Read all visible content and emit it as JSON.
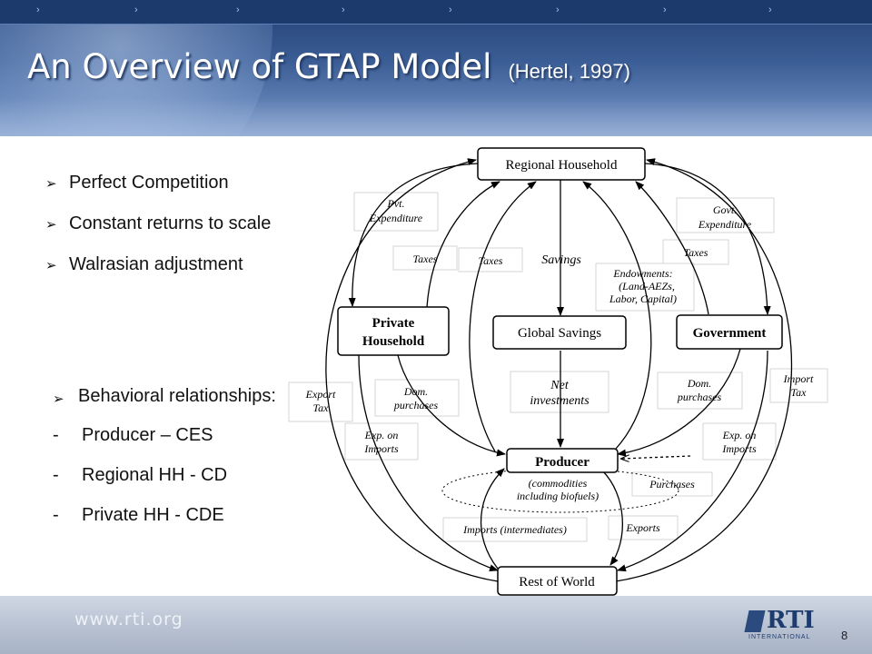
{
  "slide": {
    "title": "An Overview of GTAP Model",
    "citation": "(Hertel, 1997)",
    "bullets": [
      "Perfect Competition",
      "Constant returns to scale",
      "Walrasian adjustment"
    ],
    "behavioral": {
      "heading": "Behavioral relationships:",
      "items": [
        "Producer – CES",
        "Regional HH - CD",
        "Private HH - CDE"
      ],
      "dash": "-"
    },
    "bullet_glyph": "➢",
    "page_number": "8"
  },
  "diagram": {
    "nodes": {
      "regional_household": "Regional Household",
      "private_household": [
        "Private",
        "Household"
      ],
      "global_savings": "Global Savings",
      "government": "Government",
      "producer": "Producer",
      "producer_note": [
        "(commodities",
        "including biofuels)"
      ],
      "rest_of_world": "Rest of World"
    },
    "labels": {
      "pvt_expenditure": [
        "Pvt.",
        "Expenditure"
      ],
      "govt_expenditure": [
        "Govt.",
        "Expenditure"
      ],
      "taxes_1": "Taxes",
      "taxes_2": "Taxes",
      "taxes_3": "Taxes",
      "savings": "Savings",
      "endowments": [
        "Endowments:",
        "(Land-AEZs,",
        "Labor, Capital)"
      ],
      "export_tax": [
        "Export",
        "Tax"
      ],
      "import_tax": [
        "Import",
        "Tax"
      ],
      "dom_purchases_1": [
        "Dom.",
        "purchases"
      ],
      "dom_purchases_2": [
        "Dom.",
        "purchases"
      ],
      "net_investments": [
        "Net",
        "investments"
      ],
      "exp_imports_1": [
        "Exp. on",
        "Imports"
      ],
      "exp_imports_2": [
        "Exp. on",
        "Imports"
      ],
      "purchases": "Purchases",
      "imports_intermediates": "Imports (intermediates)",
      "exports": "Exports"
    }
  },
  "footer": {
    "url": "www.rti.org",
    "logo_name": "RTI",
    "logo_sub": "INTERNATIONAL"
  },
  "colors": {
    "header_dark": "#213f74",
    "header_light": "#7e9ac8",
    "footer": "#b7c1d1"
  }
}
